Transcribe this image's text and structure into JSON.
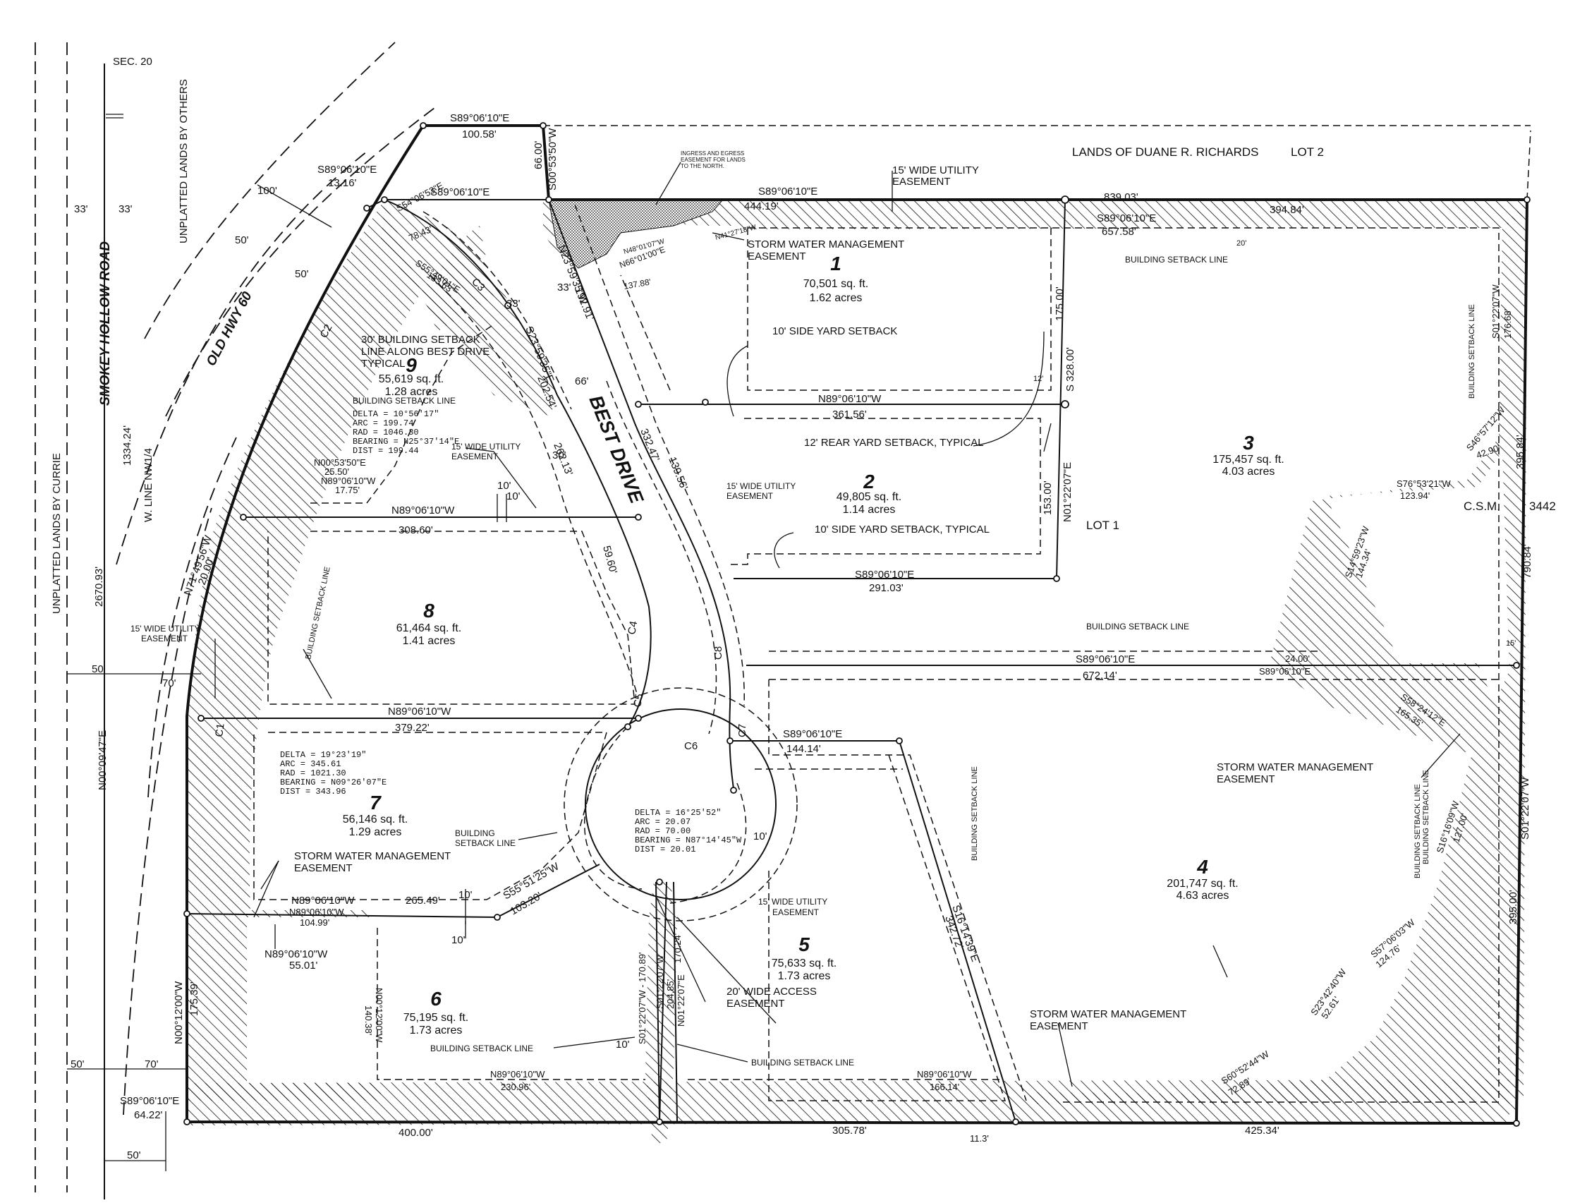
{
  "colors": {
    "ink": "#111111",
    "paper": "#ffffff"
  },
  "labels": {
    "sec": "SEC. 20",
    "unplatted_others": "UNPLATTED LANDS BY OTHERS",
    "unplatted_currie": "UNPLATTED LANDS BY CURRIE",
    "smokey_hollow": "SMOKEY HOLLOW ROAD",
    "old_hwy": "OLD HWY 60",
    "best_drive": "BEST DRIVE",
    "richards": "LANDS OF DUANE R. RICHARDS",
    "lot2": "LOT 2",
    "lot1": "LOT 1",
    "csm": "C.S.M.",
    "csm_num": "3442",
    "w_line": "W. LINE NW1/4",
    "w_line_dist": "1334.24'",
    "w_line_total": "2670.93'",
    "ingress": [
      "INGRESS AND EGRESS",
      "EASEMENT FOR LANDS",
      "TO THE NORTH."
    ],
    "util15_top": [
      "15' WIDE UTILITY",
      "EASEMENT"
    ],
    "storm_top": [
      "STORM WATER MANAGEMENT",
      "EASEMENT"
    ],
    "setback_top": "BUILDING SETBACK LINE",
    "side_yard": "10' SIDE YARD SETBACK",
    "rear_yard": "12' REAR YARD SETBACK, TYPICAL",
    "side_yard_typ": "10' SIDE YARD SETBACK, TYPICAL",
    "util15_lot2": [
      "15' WIDE UTILITY",
      "EASEMENT"
    ],
    "setback_30": [
      "30' BUILDING SETBACK",
      "LINE ALONG BEST DRIVE",
      "TYPICAL"
    ],
    "setback_lot9": "BUILDING SETBACK LINE",
    "util15_lot9": [
      "15' WIDE UTILITY",
      "EASEMENT"
    ],
    "util15_west": [
      "15' WIDE UTILITY",
      "EASEMENT"
    ],
    "setback_lot8": "BUILDING SETBACK LINE",
    "setback_lot3": "BUILDING SETBACK LINE",
    "setback_mid": "BUILDING SETBACK LINE",
    "storm_east": [
      "STORM WATER MANAGEMENT",
      "EASEMENT"
    ],
    "setback_lot4": "BUILDING SETBACK LINE",
    "setback_lot5": "BUILDING SETBACK LINE",
    "storm_lot7": [
      "STORM WATER MANAGEMENT",
      "EASEMENT"
    ],
    "setback_lot7": [
      "BUILDING",
      "SETBACK LINE"
    ],
    "util15_cul": [
      "15' WIDE UTILITY",
      "EASEMENT"
    ],
    "access20": [
      "20' WIDE ACCESS",
      "EASEMENT"
    ],
    "setback_lot6": "BUILDING SETBACK LINE",
    "setback_lot5b": "BUILDING SETBACK LINE",
    "storm_south": [
      "STORM WATER MANAGEMENT",
      "EASEMENT"
    ],
    "setback_lot3b": "BUILDING SETBACK LINE"
  },
  "lots": [
    {
      "num": "1",
      "sqft": "70,501 sq. ft.",
      "acres": "1.62 acres"
    },
    {
      "num": "2",
      "sqft": "49,805 sq. ft.",
      "acres": "1.14 acres"
    },
    {
      "num": "3",
      "sqft": "175,457 sq. ft.",
      "acres": "4.03 acres"
    },
    {
      "num": "4",
      "sqft": "201,747 sq. ft.",
      "acres": "4.63 acres"
    },
    {
      "num": "5",
      "sqft": "75,633 sq. ft.",
      "acres": "1.73 acres"
    },
    {
      "num": "6",
      "sqft": "75,195 sq. ft.",
      "acres": "1.73 acres"
    },
    {
      "num": "7",
      "sqft": "56,146 sq. ft.",
      "acres": "1.29 acres"
    },
    {
      "num": "8",
      "sqft": "61,464 sq. ft.",
      "acres": "1.41 acres"
    },
    {
      "num": "9",
      "sqft": "55,619 sq. ft.",
      "acres": "1.28 acres"
    }
  ],
  "curves": {
    "c2": [
      "DELTA = 10°56'17\"",
      "ARC = 199.74",
      "RAD = 1046.30",
      "BEARING = N25°37'14\"E",
      "DIST = 199.44"
    ],
    "c1": [
      "DELTA = 19°23'19\"",
      "ARC = 345.61",
      "RAD = 1021.30",
      "BEARING = N09°26'07\"E",
      "DIST = 343.96"
    ],
    "c6": [
      "DELTA = 16°25'52\"",
      "ARC = 20.07",
      "RAD = 70.00",
      "BEARING = N87°14'45\"W",
      "DIST = 20.01"
    ]
  },
  "curve_tags": [
    "C1",
    "C2",
    "C3",
    "C4",
    "C5",
    "C6",
    "C7",
    "C8"
  ],
  "bearings": {
    "top1": "S89°06'10\"E",
    "top1d": "100.58'",
    "top2": "S89°06'10\"E",
    "top2d": "13.16'",
    "top3": "S89°06'10\"E",
    "top4": "S89°06'10\"E",
    "top4d": "444.19'",
    "top_total": "839.03'",
    "top5": "394.84'",
    "s0053": "S00°53'50\"W",
    "s0053d": "66.00'",
    "s54": "S54°06'53\"E",
    "s54d": "78.43'",
    "s55": "S55°49'01\"E",
    "s55d": "133.63'",
    "n23": "N23°59'35\"W",
    "n23d": "192.91'",
    "s23": "S23°59'35\"E",
    "s23d": "202.54'",
    "n66": "N66°01'00\"E",
    "n66d": "137.88'",
    "n48": "N48°01'07\"W",
    "n41": "N41°27'18\"W",
    "s89_657": "S89°06'10\"E",
    "d657": "657.58'",
    "d175": "175.00'",
    "d328": "S 328.00'",
    "n89_361": "N89°06'10\"W",
    "d361": "361.56'",
    "n0122": "N01°22'07\"E",
    "d153": "153.00'",
    "d332": "332.47'",
    "d139": "139.56'",
    "d262": "262.13'",
    "s89_291": "S89°06'10\"E",
    "d291": "291.03'",
    "s0122_176": "S01°22'07\"W",
    "d176": "176.68'",
    "s46": "S46°57'12\"W",
    "d42": "42.90'",
    "s76": "S76°53'21\"W",
    "d123": "123.94'",
    "d395_84": "395.84'",
    "d790": "790.84'",
    "s14": "S14°59'23\"W",
    "d144_34": "144.34'",
    "s89_672": "S89°06'10\"E",
    "d672": "672.14'",
    "d24": "24.00'",
    "s89_24": "S89°06'10\"E",
    "s58": "S58°24'12\"E",
    "d165": "165.35'",
    "s0122e": "S01°22'07\"W",
    "s16": "S16°16'09\"W",
    "d127": "127.00'",
    "d395": "395.00'",
    "s57": "S57°06'03\"W",
    "d124": "124.76'",
    "s23b": "S23°42'40\"W",
    "d52": "52.61'",
    "s60": "S60°52'44\"W",
    "d72": "72.89'",
    "d425": "425.34'",
    "n89_308": "N89°06'10\"W",
    "d308": "308.60'",
    "n0053": "N00°53'50\"E",
    "d25": "25.50'",
    "n89_17": "N89°06'10\"W",
    "d17": "17.75'",
    "n71": "N71°49'56\"W",
    "d20": "20.00'",
    "d59": "59.60'",
    "n89_379": "N89°06'10\"W",
    "d379": "379.22'",
    "s89_144": "S89°06'10\"E",
    "d144": "144.14'",
    "n89_265": "N89°06'10\"W",
    "d265": "265.49'",
    "n89_104": "N89°06'10\"W",
    "d104": "104.99'",
    "n89_55": "N89°06'10\"W",
    "d55": "55.01'",
    "s55b": "S55°51'25\"W",
    "d103": "103.20'",
    "n0012": "N00°12'00\"W",
    "d175_39": "175.39'",
    "n0012b": "N00°12'00\"W",
    "d140": "140.38'",
    "s0122_170": "S01°22'07\"W - 170.89'",
    "s0122_204": "S01°22'07\"W",
    "d204": "204.85'",
    "n0122_170": "N01°22'07\"E",
    "d170_24": "170.24'",
    "s16b": "S16°14'39\"E",
    "d342": "342.72'",
    "n89_230": "N89°06'10\"W",
    "d230": "230.96'",
    "n89_166": "N89°06'10\"W",
    "d166": "166.14'",
    "s89_64": "S89°06'10\"E",
    "d64": "64.22'",
    "d400": "400.00'",
    "d305": "305.78'",
    "d11": "11.3'",
    "n0009": "N00°09'47\"E"
  },
  "dims": {
    "d33a": "33'",
    "d33b": "33'",
    "d33c": "33'",
    "d33d": "33'",
    "d50a": "50'",
    "d50b": "50'",
    "d50c": "50'",
    "d50d": "50'",
    "d50e": "50'",
    "d70a": "70'",
    "d70b": "70'",
    "d100": "100'",
    "d66": "66'",
    "d30": "30'",
    "d10a": "10'",
    "d10b": "10'",
    "d10c": "10'",
    "d10d": "10'",
    "d10e": "10'",
    "d10f": "10'",
    "d15": "15'",
    "d12": "12'",
    "d20": "20'"
  }
}
